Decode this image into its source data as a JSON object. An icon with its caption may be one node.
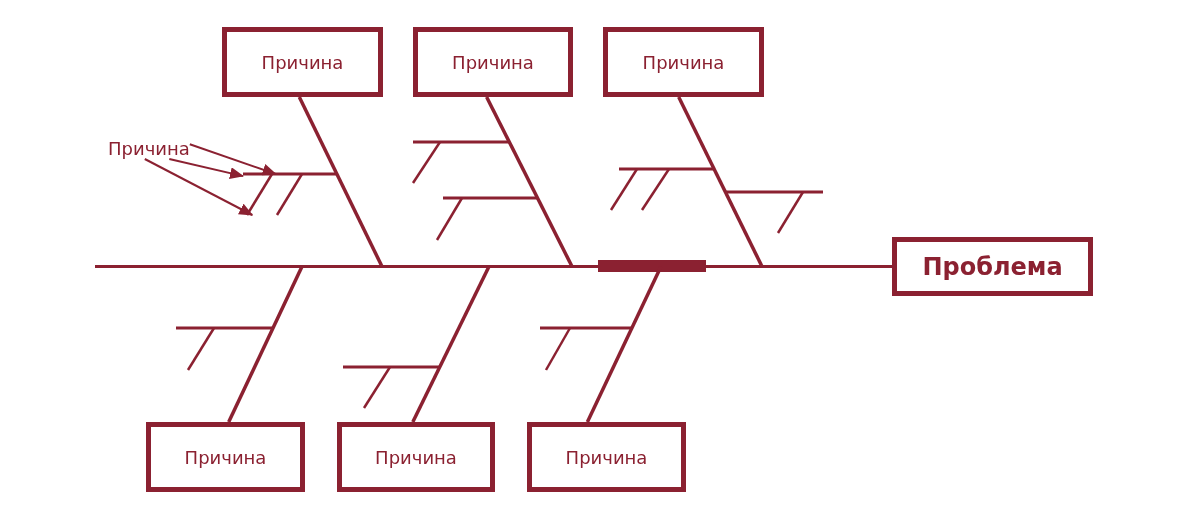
{
  "diagram": {
    "nodes": [
      {
        "text": [
          "Причина"
        ]
      },
      {
        "text": [
          "Причина"
        ]
      },
      {
        "text": [
          "Причина"
        ]
      },
      {
        "text": [
          "Причина"
        ]
      },
      {
        "text": [],
        "shape": "line"
      },
      {
        "text": [
          "Проблема"
        ]
      },
      {
        "text": [
          "Причина"
        ]
      },
      {
        "text": [
          "Причина"
        ]
      },
      {
        "text": [
          "Причина"
        ]
      }
    ],
    "edges": [
      {
        "from": 0,
        "to": 5,
        "arrow": "none"
      },
      {
        "from": 1,
        "to": 5,
        "arrow": "none"
      },
      {
        "from": 2,
        "to": 5,
        "arrow": "none"
      },
      {
        "from": 6,
        "to": 5,
        "arrow": "none"
      },
      {
        "from": 7,
        "to": 5,
        "arrow": "none"
      },
      {
        "from": 8,
        "to": 5,
        "arrow": "none"
      },
      {
        "from": null,
        "to": 5,
        "arrow": "none"
      },
      {
        "from": 3,
        "to": 4,
        "arrow": "to"
      },
      {
        "from": 3,
        "to": 4,
        "arrow": "to"
      },
      {
        "from": 3,
        "to": 4,
        "arrow": "to"
      }
    ]
  }
}
